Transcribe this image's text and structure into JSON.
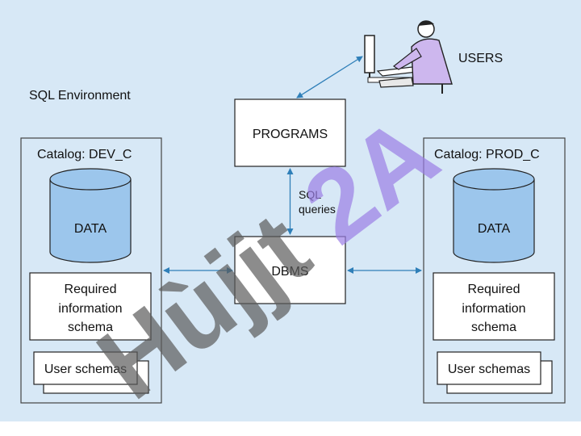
{
  "environment_label": "SQL Environment",
  "users_label": "USERS",
  "programs_label": "PROGRAMS",
  "sql_queries_line1": "SQL",
  "sql_queries_line2": "queries",
  "dbms_label": "DBMS",
  "left_catalog": {
    "title": "Catalog: DEV_C",
    "data_label": "DATA",
    "info_schema_line1": "Required",
    "info_schema_line2": "information",
    "info_schema_line3": "schema",
    "user_schemas": "User schemas"
  },
  "right_catalog": {
    "title": "Catalog: PROD_C",
    "data_label": "DATA",
    "info_schema_line1": "Required",
    "info_schema_line2": "information",
    "info_schema_line3": "schema",
    "user_schemas": "User schemas"
  },
  "watermark_text": "Hùjjt 2A",
  "colors": {
    "slide_background": "#d7e8f6",
    "cylinder_fill": "#9cc6ec",
    "arrow": "#2f7fb8",
    "watermark_gray": "#5b5b5b",
    "watermark_purple": "#9b7fe6"
  }
}
